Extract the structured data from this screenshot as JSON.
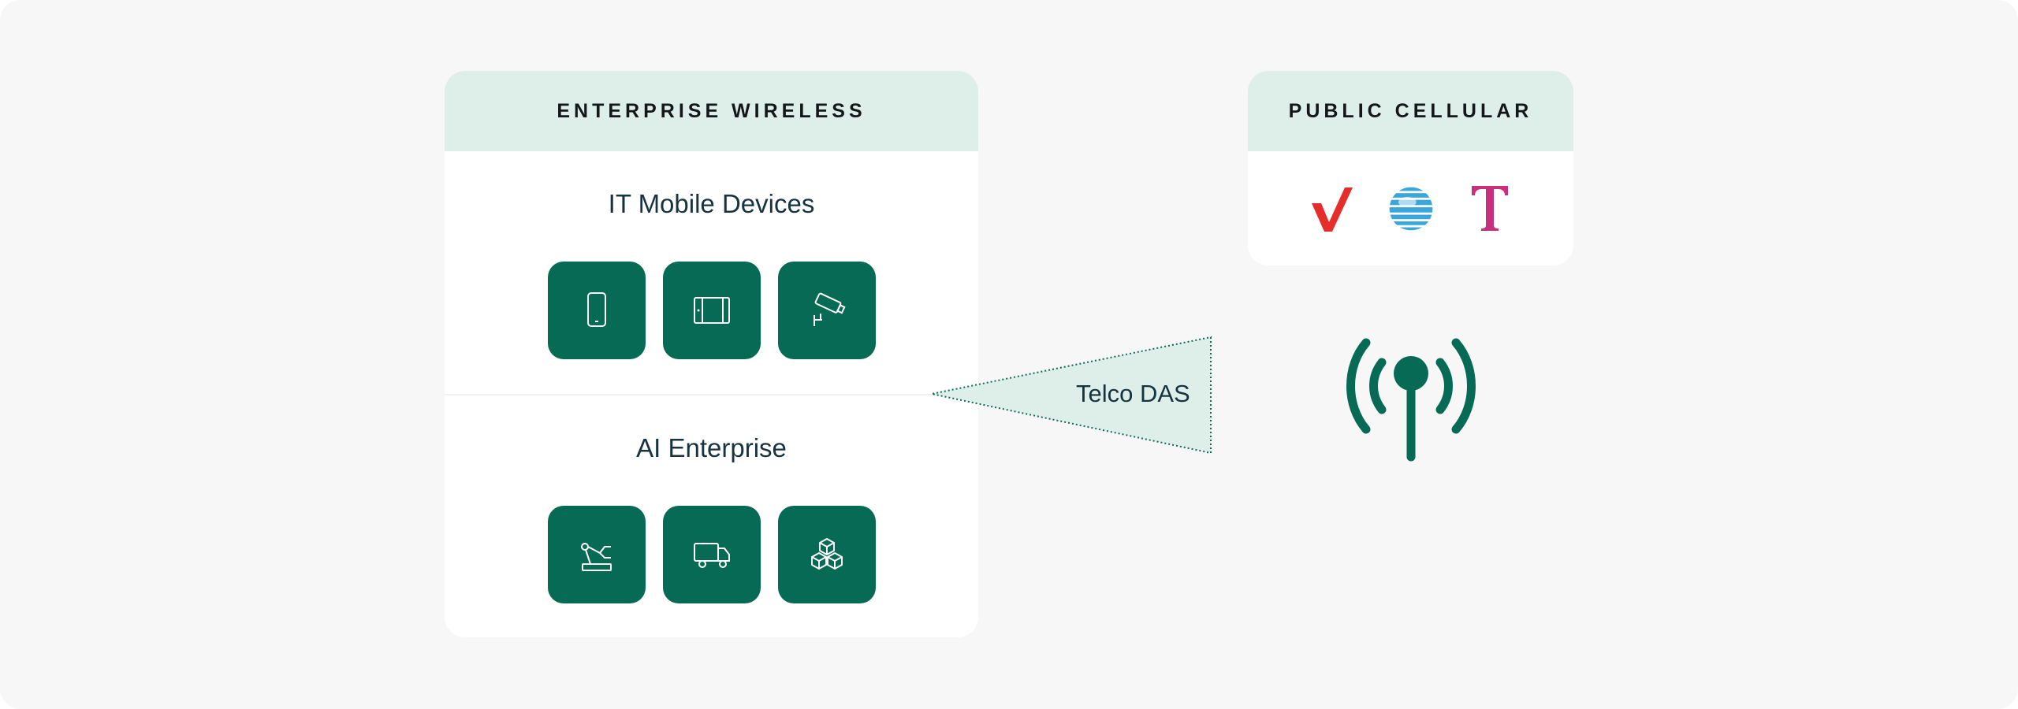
{
  "enterprise": {
    "header": "ENTERPRISE WIRELESS",
    "section_1": {
      "title": "IT Mobile Devices",
      "tiles": [
        "smartphone-icon",
        "tablet-icon",
        "security-camera-icon"
      ]
    },
    "section_2": {
      "title": "AI Enterprise",
      "tiles": [
        "robotic-arm-icon",
        "delivery-truck-icon",
        "stacked-boxes-icon"
      ]
    }
  },
  "public": {
    "header": "PUBLIC CELLULAR",
    "carriers": [
      "verizon-check-logo",
      "att-globe-logo",
      "tmobile-t-logo"
    ]
  },
  "das": {
    "label": "Telco DAS"
  },
  "colors": {
    "brand_green": "#066a55",
    "header_mint": "#ddefe8",
    "verizon_red": "#e52e2b",
    "att_blue": "#3aa6de",
    "tmobile_magenta": "#c8307e"
  },
  "antenna": {
    "icon": "cell-tower-icon"
  }
}
